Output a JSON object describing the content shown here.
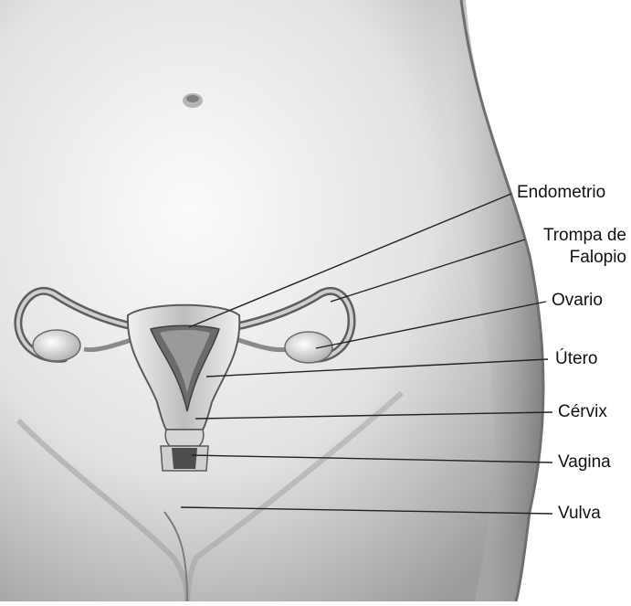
{
  "labels": {
    "endometrio": "Endometrio",
    "trompa_line1": "Trompa de",
    "trompa_line2": "Falopio",
    "ovario": "Ovario",
    "utero": "Útero",
    "cervix": "Cérvix",
    "vagina": "Vagina",
    "vulva": "Vulva"
  },
  "colors": {
    "skin_light": "#f4f4f4",
    "skin_mid": "#c9c9c9",
    "skin_dark": "#7a7a7a",
    "organ_light": "#e6e6e6",
    "organ_dark": "#5a5a5a",
    "leader_line": "#222222"
  }
}
